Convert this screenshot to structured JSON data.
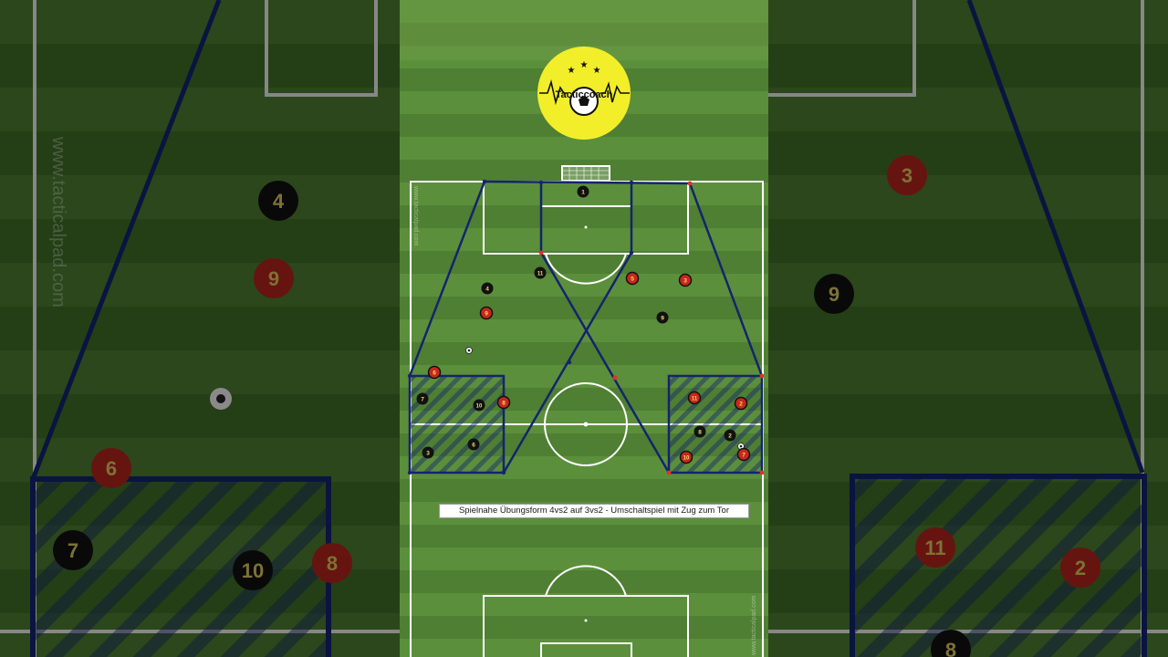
{
  "logo": {
    "text": "Tacticcoach",
    "bg_color": "#f2ee2a"
  },
  "watermark": "www.tacticalpad.com",
  "caption": "Spielnahe Übungsform 4vs2 auf 3vs2 - Umschaltspiel mit Zug zum Tor",
  "colors": {
    "grass_light": "#5c8f3c",
    "grass_dark": "#4e7f32",
    "lines": "#ffffff",
    "zone_lines": "#14246e",
    "team_black": "#111111",
    "team_red": "#c8271d"
  },
  "players": {
    "gk": "1",
    "b4": "4",
    "r9": "9",
    "b11": "11",
    "r5": "5",
    "r3": "3",
    "b9": "9",
    "r6": "6",
    "b7": "7",
    "b10": "10",
    "r8": "8",
    "b3": "3",
    "b6": "6",
    "r11": "11",
    "r2": "2",
    "b8": "8",
    "b2": "2",
    "r10": "10",
    "r7": "7"
  },
  "side_players": {
    "l4": "4",
    "l9": "9",
    "l6": "6",
    "l7": "7",
    "l10": "10",
    "l8": "8",
    "r3": "3",
    "r9": "9",
    "r11": "11",
    "r2": "2",
    "r8": "8"
  }
}
